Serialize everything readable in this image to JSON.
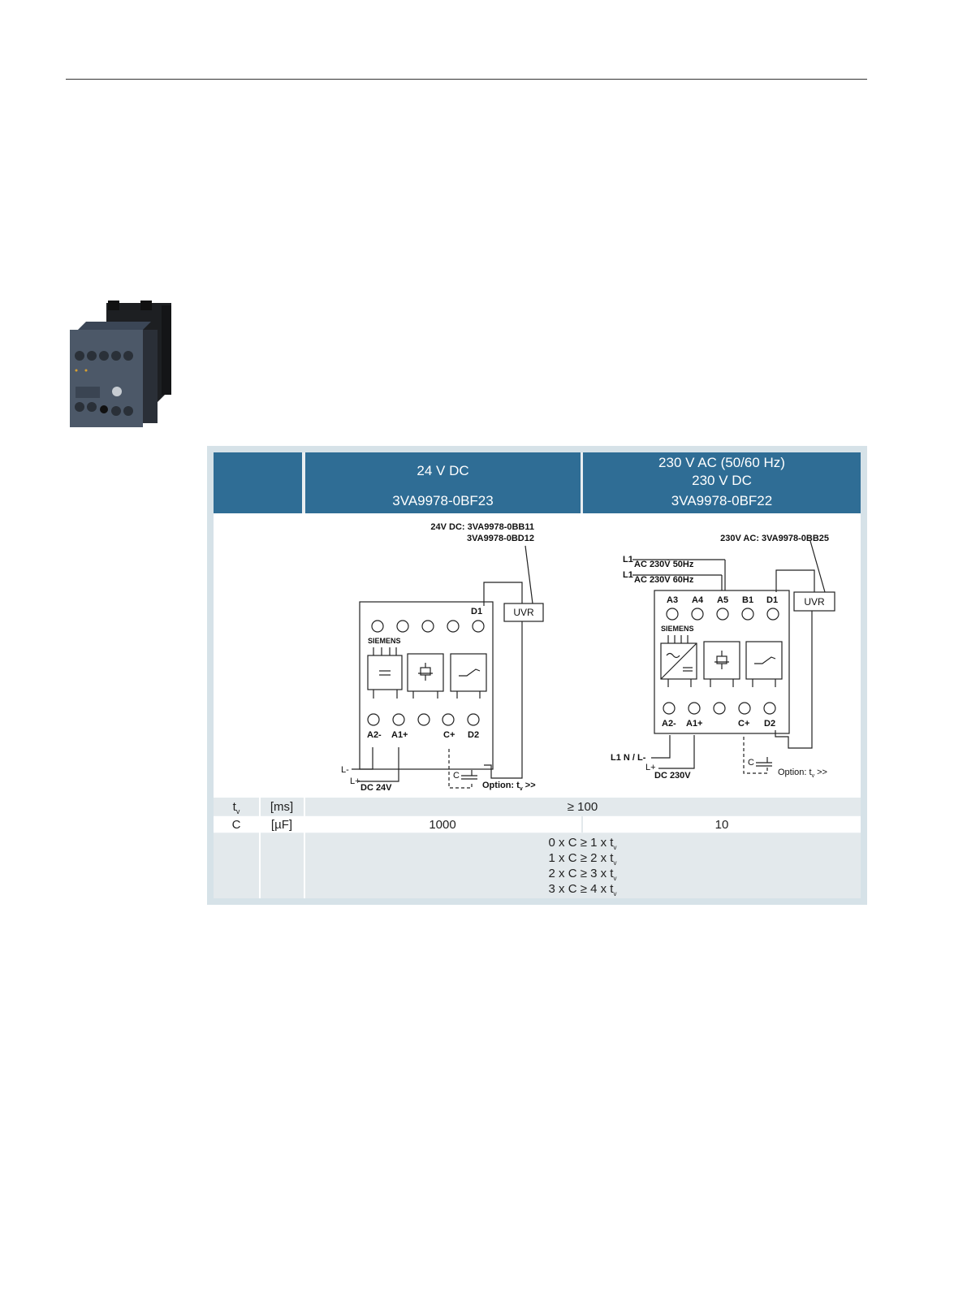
{
  "table": {
    "col1": {
      "voltage": "24 V DC",
      "order": "3VA9978-0BF23"
    },
    "col2": {
      "voltage_line1": "230 V AC (50/60 Hz)",
      "voltage_line2": "230 V DC",
      "order": "3VA9978-0BF22"
    },
    "left_diagram": {
      "uvr_note_line1": "24V DC: 3VA9978-0BB11",
      "uvr_note_line2": "3VA9978-0BD12",
      "uvr": "UVR",
      "brand": "SIEMENS",
      "top_terminal": "D1",
      "bottom_terminals": [
        "A2-",
        "A1+",
        "C+",
        "D2"
      ],
      "l_minus": "L-",
      "l_plus": "L+",
      "supply": "DC 24V",
      "cap": "C",
      "option": "Option: t",
      "option_sub": "v",
      "option_end": " >>"
    },
    "right_diagram": {
      "uvr_note": "230V AC: 3VA9978-0BB25",
      "uvr": "UVR",
      "brand": "SIEMENS",
      "l1": "L1",
      "ac50": "AC 230V 50Hz",
      "ac60": "AC 230V 60Hz",
      "top_terminals": [
        "A3",
        "A4",
        "A5",
        "B1",
        "D1"
      ],
      "bottom_terminals": [
        "A2-",
        "A1+",
        "C+",
        "D2"
      ],
      "ln": "L1 N / L-",
      "l_plus": "L+",
      "supply": "DC 230V",
      "cap": "C",
      "option": "Option: t",
      "option_sub": "v",
      "option_end": " >>"
    },
    "rows": {
      "tv_symbol": "t",
      "tv_sub": "v",
      "tv_unit": "[ms]",
      "tv_value": "≥ 100",
      "c_symbol": "C",
      "c_unit": "[µF]",
      "c_value_1": "1000",
      "c_value_2": "10",
      "relations": [
        {
          "text": "0 x C ≥ 1 x t",
          "sub": "v"
        },
        {
          "text": "1 x C ≥ 2 x t",
          "sub": "v"
        },
        {
          "text": "2 x C ≥ 3 x t",
          "sub": "v"
        },
        {
          "text": "3 x C ≥ 4 x t",
          "sub": "v"
        }
      ]
    }
  }
}
